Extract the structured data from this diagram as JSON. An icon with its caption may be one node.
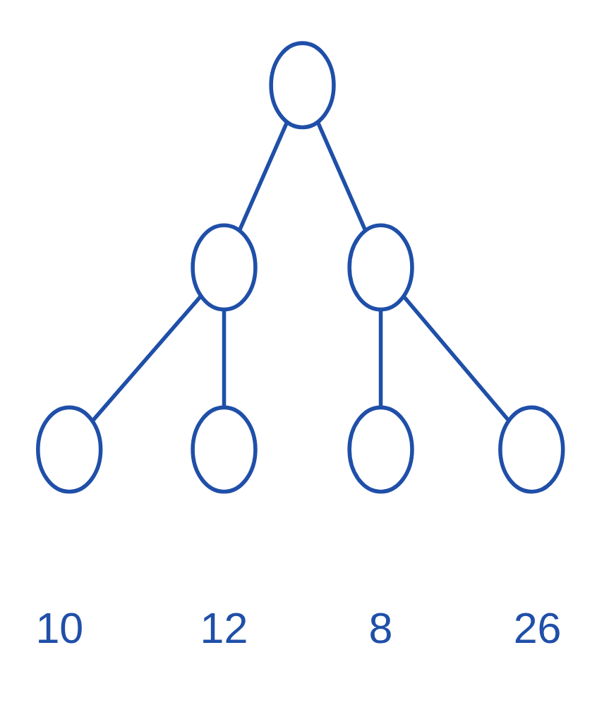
{
  "diagram": {
    "nodes": [
      {
        "text": [],
        "shape": "ellipse"
      },
      {
        "text": [],
        "shape": "ellipse"
      },
      {
        "text": [],
        "shape": "ellipse"
      },
      {
        "text": [],
        "shape": "ellipse",
        "beside": [
          "10"
        ]
      },
      {
        "text": [],
        "shape": "ellipse",
        "beside": [
          "12"
        ]
      },
      {
        "text": [],
        "shape": "ellipse",
        "beside": [
          "8"
        ]
      },
      {
        "text": [],
        "shape": "ellipse",
        "beside": [
          "26"
        ]
      }
    ],
    "edges": [
      {
        "from": 0,
        "to": 1,
        "arrow": "none"
      },
      {
        "from": 0,
        "to": 2,
        "arrow": "none"
      },
      {
        "from": 1,
        "to": 3,
        "arrow": "none"
      },
      {
        "from": 1,
        "to": 4,
        "arrow": "none"
      },
      {
        "from": 2,
        "to": 5,
        "arrow": "none"
      },
      {
        "from": 2,
        "to": 6,
        "arrow": "none"
      }
    ]
  }
}
